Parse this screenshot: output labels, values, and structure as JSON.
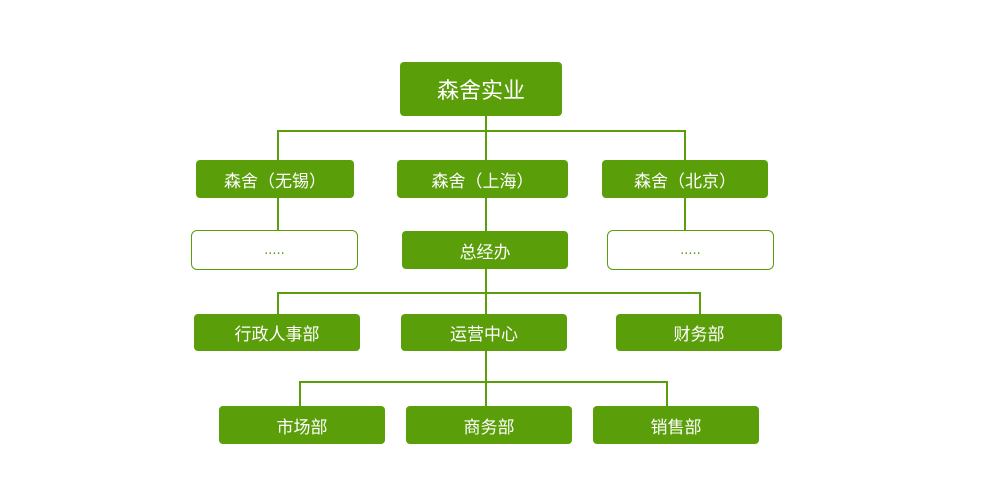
{
  "theme": {
    "accent": "#5a9e0a",
    "background": "#ffffff"
  },
  "org": {
    "root": "森舍实业",
    "branches": {
      "wuxi": "森舍（无锡）",
      "shanghai": "森舍（上海）",
      "beijing": "森舍（北京）"
    },
    "wuxi_child": ".....",
    "beijing_child": ".....",
    "general_office": "总经办",
    "departments": {
      "admin_hr": "行政人事部",
      "operations": "运营中心",
      "finance": "财务部"
    },
    "operations_children": {
      "marketing": "市场部",
      "business": "商务部",
      "sales": "销售部"
    }
  }
}
